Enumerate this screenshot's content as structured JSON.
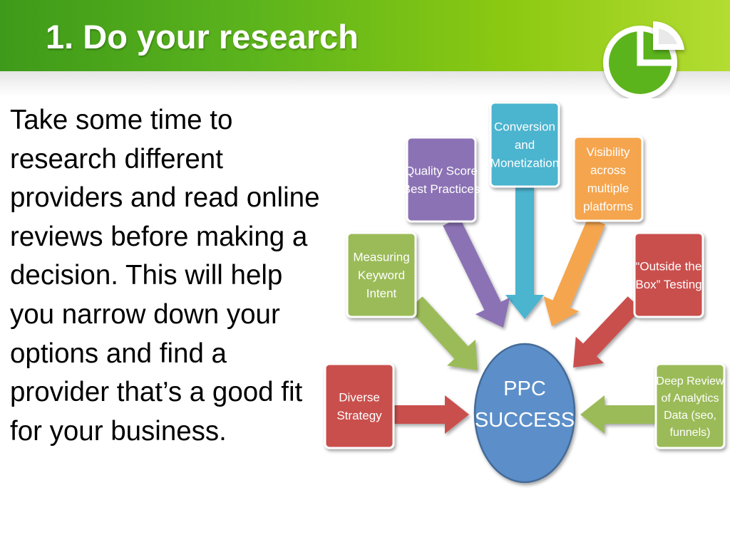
{
  "slide": {
    "title": "1. Do your research",
    "body_text": "Take some time to research different providers and read online reviews before making a decision. This will help you narrow down your options and find a provider that’s a good fit for your business."
  },
  "diagram": {
    "center": {
      "lines": [
        "PPC",
        "SUCCESS"
      ],
      "color": "#5b8fc9"
    },
    "nodes": [
      {
        "id": "conversion",
        "lines": [
          "Conversion",
          "and",
          "Monetization"
        ],
        "color": "#4bb4cf"
      },
      {
        "id": "quality-score",
        "lines": [
          "Quality Score",
          "Best Practices"
        ],
        "color": "#8b72b4"
      },
      {
        "id": "visibility",
        "lines": [
          "Visibility",
          "across",
          "multiple",
          "platforms"
        ],
        "color": "#f5a54e"
      },
      {
        "id": "keyword-intent",
        "lines": [
          "Measuring",
          "Keyword",
          "Intent"
        ],
        "color": "#9bbb59"
      },
      {
        "id": "outside-box",
        "lines": [
          "“Outside the",
          "Box” Testing"
        ],
        "color": "#c9504d"
      },
      {
        "id": "diverse-strategy",
        "lines": [
          "Diverse",
          "Strategy"
        ],
        "color": "#c9504d"
      },
      {
        "id": "deep-review",
        "lines": [
          "Deep Review",
          "of Analytics",
          "Data (seo,",
          "funnels)"
        ],
        "color": "#9bbb59"
      }
    ]
  },
  "theme": {
    "header_green": "#5cb41c",
    "logo_green": "#5cb41c"
  }
}
